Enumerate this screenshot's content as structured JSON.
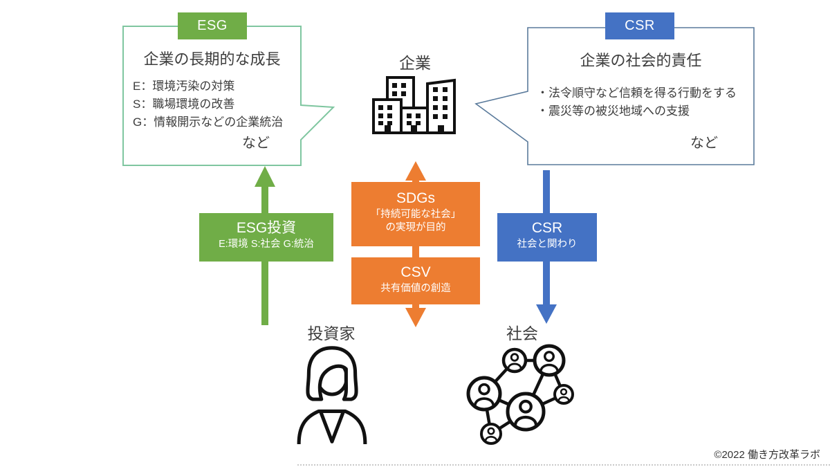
{
  "colors": {
    "green": "#70AD47",
    "blue": "#4472C4",
    "orange": "#ED7D31",
    "green_bubble_border": "#7FC6A0",
    "blue_bubble_border": "#5A7A9B",
    "text": "#3d3d3d"
  },
  "esg_bubble": {
    "tab": "ESG",
    "title": "企業の長期的な成長",
    "items": [
      "E：環境汚染の対策",
      "S：職場環境の改善",
      "G：情報開示などの企業統治"
    ],
    "etc": "など"
  },
  "csr_bubble": {
    "tab": "CSR",
    "title": "企業の社会的責任",
    "items": [
      "・法令順守など信頼を得る行動をする",
      "・震災等の被災地域への支援"
    ],
    "etc": "など"
  },
  "company": {
    "label": "企業",
    "icon": "office-buildings-icon"
  },
  "investor": {
    "label": "投資家",
    "icon": "female-person-icon"
  },
  "society": {
    "label": "社会",
    "icon": "people-network-icon"
  },
  "esg_invest_box": {
    "title": "ESG投資",
    "subtitle": "E:環境 S:社会 G:統治"
  },
  "sdgs_box": {
    "title": "SDGs",
    "subtitle_line1": "「持続可能な社会」",
    "subtitle_line2": "の実現が目的"
  },
  "csv_box": {
    "title": "CSV",
    "subtitle": "共有価値の創造"
  },
  "csr_box": {
    "title": "CSR",
    "subtitle": "社会と関わり"
  },
  "footer": {
    "copyright": "©2022 働き方改革ラボ"
  }
}
